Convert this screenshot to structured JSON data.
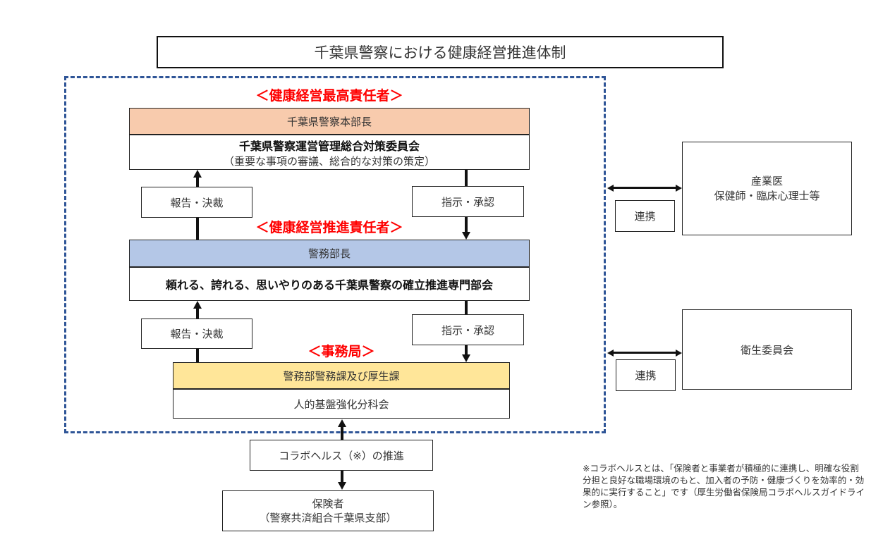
{
  "title": "千葉県警察における健康経営推進体制",
  "colors": {
    "accent_red": "#ff0000",
    "dashed_border": "#2f5597",
    "top_header": "#f8cbad",
    "mid_header": "#b4c7e7",
    "bottom_header": "#ffe699"
  },
  "sections": {
    "chief": {
      "label": "＜健康経営最高責任者＞",
      "header": "千葉県警察本部長",
      "body_bold": "千葉県警察運営管理総合対策委員会",
      "body_sub": "（重要な事項の審議、総合的な対策の策定）"
    },
    "promoter": {
      "label": "＜健康経営推進責任者＞",
      "header": "警務部長",
      "body_bold": "頼れる、誇れる、思いやりのある千葉県警察の確立推進専門部会"
    },
    "secretariat": {
      "label": "＜事務局＞",
      "header": "警務部警務課及び厚生課",
      "body": "人的基盤強化分科会"
    }
  },
  "flows": {
    "report_upper": "報告・決裁",
    "instruct_upper": "指示・承認",
    "report_lower": "報告・決裁",
    "instruct_lower": "指示・承認",
    "collab_health": "コラボヘルス（※）の推進"
  },
  "insurer": {
    "line1": "保険者",
    "line2": "（警察共済組合千葉県支部）"
  },
  "external": {
    "medical": {
      "line1": "産業医",
      "line2": "保健師・臨床心理士等",
      "link_label": "連携"
    },
    "health_committee": {
      "line1": "衛生委員会",
      "link_label": "連携"
    }
  },
  "footnote": "※コラボヘルスとは、「保険者と事業者が積極的に連携し、明確な役割分担と良好な職場環境のもと、加入者の予防・健康づくりを効率的・効果的に実行すること」です（厚生労働省保険局コラボヘルスガイドライン参照）。"
}
